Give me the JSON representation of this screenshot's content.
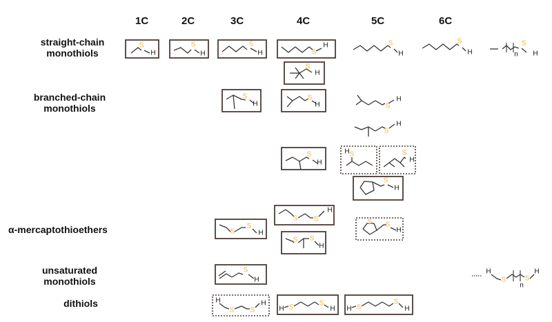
{
  "columns": [
    "1C",
    "2C",
    "3C",
    "4C",
    "5C",
    "6C"
  ],
  "rows": {
    "straight_chain": [
      "straight-chain",
      "monothiols"
    ],
    "branched_chain": [
      "branched-chain",
      "monothiols"
    ],
    "mercaptothioethers": "α-mercaptothioethers",
    "unsaturated": [
      "unsaturated",
      "monothiols"
    ],
    "dithiols": "dithiols"
  },
  "atoms": {
    "sulfur": "S",
    "hydrogen": "H",
    "repeat": "n"
  },
  "colors": {
    "sulfur": "#f2b33d",
    "bond": "#333333",
    "box_border": "#4a3b35",
    "text": "#111111"
  },
  "legend_semantics": {
    "solid_box": "solid-border-box",
    "dotted_box": "dotted-border-box"
  }
}
